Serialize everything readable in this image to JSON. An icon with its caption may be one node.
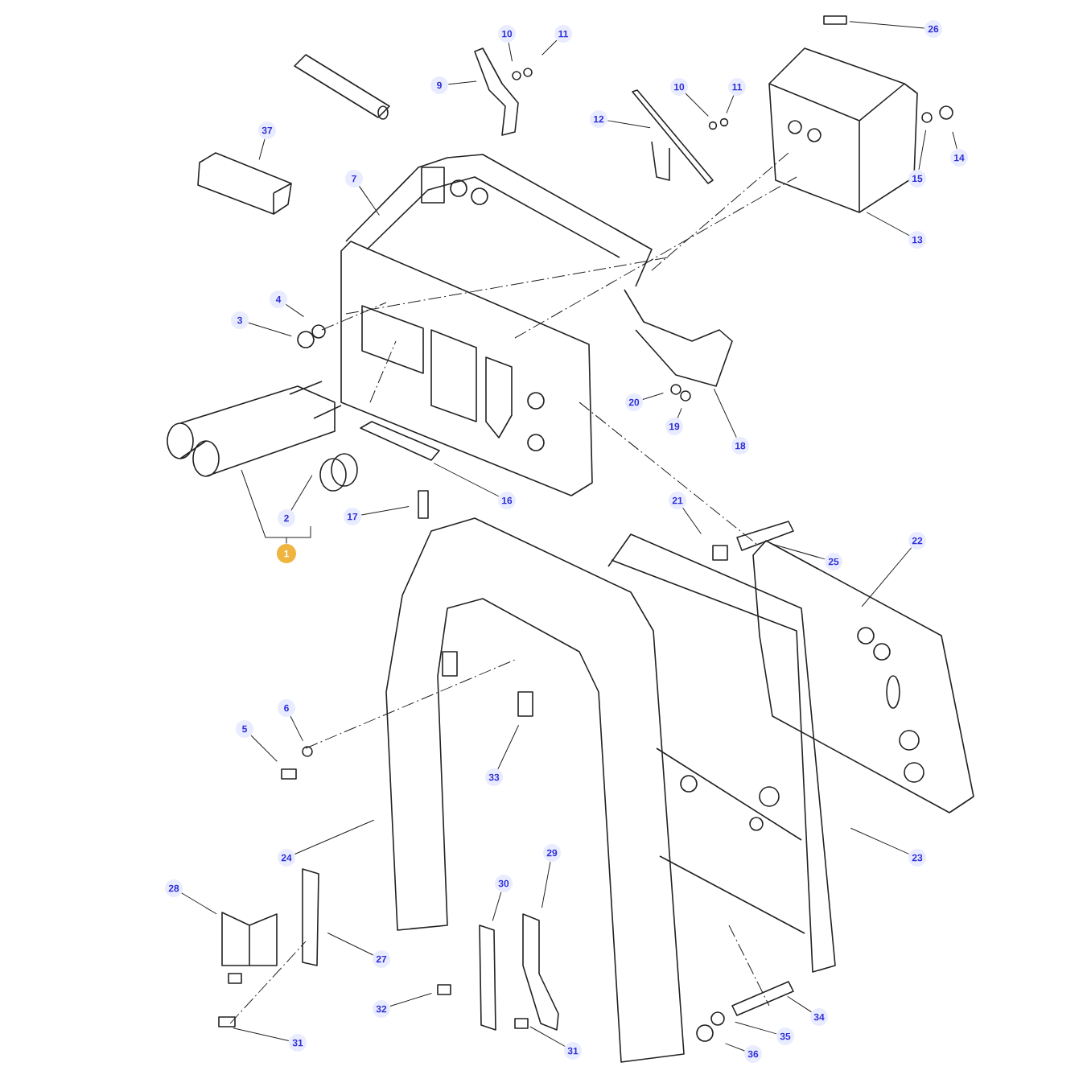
{
  "diagram": {
    "nodes": [
      {
        "text": [
          "26"
        ]
      },
      {
        "text": [
          "10"
        ]
      },
      {
        "text": [
          "11"
        ]
      },
      {
        "text": [
          "9"
        ]
      },
      {
        "text": [
          "10"
        ]
      },
      {
        "text": [
          "11"
        ]
      },
      {
        "text": [
          "12"
        ]
      },
      {
        "text": [
          "37"
        ]
      },
      {
        "text": [
          "14"
        ]
      },
      {
        "text": [
          "7"
        ]
      },
      {
        "text": [
          "15"
        ]
      },
      {
        "text": [
          "13"
        ]
      },
      {
        "text": [
          "4"
        ]
      },
      {
        "text": [
          "3"
        ]
      },
      {
        "text": [
          "20"
        ]
      },
      {
        "text": [
          "19"
        ]
      },
      {
        "text": [
          "18"
        ]
      },
      {
        "text": [
          "16"
        ]
      },
      {
        "text": [
          "21"
        ]
      },
      {
        "text": [
          "17"
        ]
      },
      {
        "text": [
          "2"
        ]
      },
      {
        "text": [
          "22"
        ]
      },
      {
        "text": [
          "1"
        ]
      },
      {
        "text": [
          "25"
        ]
      },
      {
        "text": [
          "6"
        ]
      },
      {
        "text": [
          "5"
        ]
      },
      {
        "text": [
          "33"
        ]
      },
      {
        "text": [
          "29"
        ]
      },
      {
        "text": [
          "24"
        ]
      },
      {
        "text": [
          "23"
        ]
      },
      {
        "text": [
          "30"
        ]
      },
      {
        "text": [
          "28"
        ]
      },
      {
        "text": [
          "27"
        ]
      },
      {
        "text": [
          "32"
        ]
      },
      {
        "text": [
          "34"
        ]
      },
      {
        "text": [
          "35"
        ]
      },
      {
        "text": [
          "31"
        ]
      },
      {
        "text": [
          "31"
        ]
      },
      {
        "text": [
          "36"
        ]
      }
    ],
    "edges": [
      {
        "from": 0,
        "to": null,
        "arrow": "none"
      },
      {
        "from": 1,
        "to": null,
        "arrow": "none"
      },
      {
        "from": 2,
        "to": null,
        "arrow": "none"
      },
      {
        "from": 3,
        "to": null,
        "arrow": "none"
      },
      {
        "from": 4,
        "to": null,
        "arrow": "none"
      },
      {
        "from": 5,
        "to": null,
        "arrow": "none"
      },
      {
        "from": 6,
        "to": null,
        "arrow": "none"
      },
      {
        "from": 7,
        "to": null,
        "arrow": "none"
      },
      {
        "from": 8,
        "to": null,
        "arrow": "none"
      },
      {
        "from": 9,
        "to": null,
        "arrow": "none"
      },
      {
        "from": 10,
        "to": null,
        "arrow": "none"
      },
      {
        "from": 11,
        "to": null,
        "arrow": "none"
      },
      {
        "from": 12,
        "to": null,
        "arrow": "none"
      },
      {
        "from": 13,
        "to": null,
        "arrow": "none"
      },
      {
        "from": 14,
        "to": null,
        "arrow": "none"
      },
      {
        "from": 15,
        "to": null,
        "arrow": "none"
      },
      {
        "from": 16,
        "to": null,
        "arrow": "none"
      },
      {
        "from": 17,
        "to": null,
        "arrow": "none"
      },
      {
        "from": 18,
        "to": null,
        "arrow": "none"
      },
      {
        "from": 19,
        "to": null,
        "arrow": "none"
      },
      {
        "from": 20,
        "to": null,
        "arrow": "none"
      },
      {
        "from": 21,
        "to": null,
        "arrow": "none"
      },
      {
        "from": 22,
        "to": null,
        "arrow": "none"
      },
      {
        "from": 23,
        "to": null,
        "arrow": "none"
      },
      {
        "from": 24,
        "to": null,
        "arrow": "none"
      },
      {
        "from": 25,
        "to": null,
        "arrow": "none"
      },
      {
        "from": 26,
        "to": null,
        "arrow": "none"
      },
      {
        "from": 27,
        "to": null,
        "arrow": "none"
      },
      {
        "from": 28,
        "to": null,
        "arrow": "none"
      },
      {
        "from": 29,
        "to": null,
        "arrow": "none"
      },
      {
        "from": 30,
        "to": null,
        "arrow": "none"
      },
      {
        "from": 31,
        "to": null,
        "arrow": "none"
      },
      {
        "from": 32,
        "to": null,
        "arrow": "none"
      },
      {
        "from": 33,
        "to": null,
        "arrow": "none"
      },
      {
        "from": 34,
        "to": null,
        "arrow": "none"
      },
      {
        "from": 35,
        "to": null,
        "arrow": "none"
      },
      {
        "from": 36,
        "to": null,
        "arrow": "none"
      },
      {
        "from": 37,
        "to": null,
        "arrow": "none"
      },
      {
        "from": 38,
        "to": null,
        "arrow": "none"
      }
    ]
  }
}
